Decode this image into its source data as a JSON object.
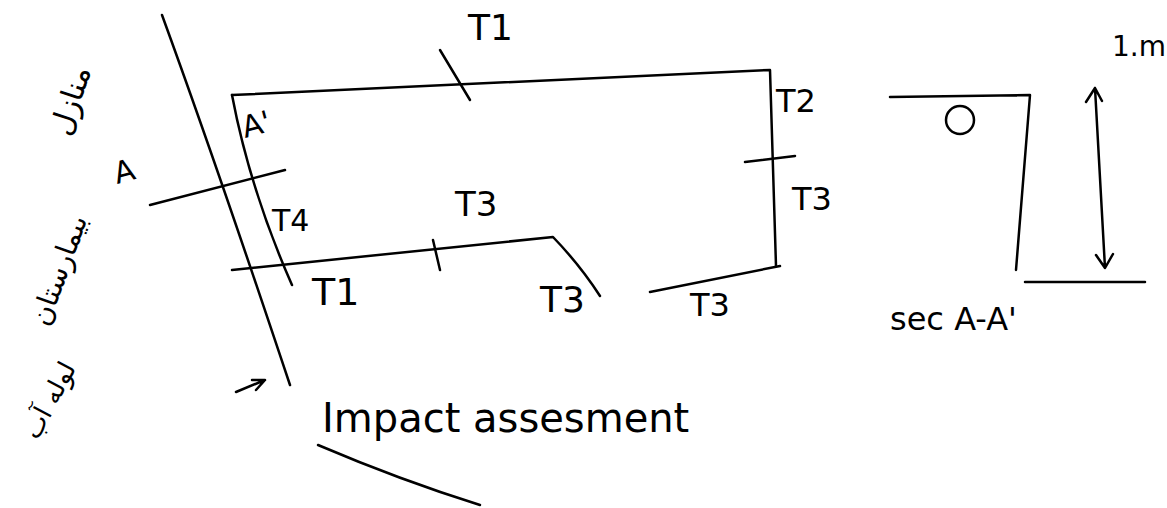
{
  "diagram": {
    "caption": "Impact assesment",
    "labels": [
      "T1",
      "T2",
      "A'",
      "A",
      "T4",
      "T3",
      "T3",
      "T1",
      "T3",
      "T3",
      "1.m",
      "sec A-A'",
      "منازل",
      "بیمارستان",
      "لوله آب"
    ]
  }
}
